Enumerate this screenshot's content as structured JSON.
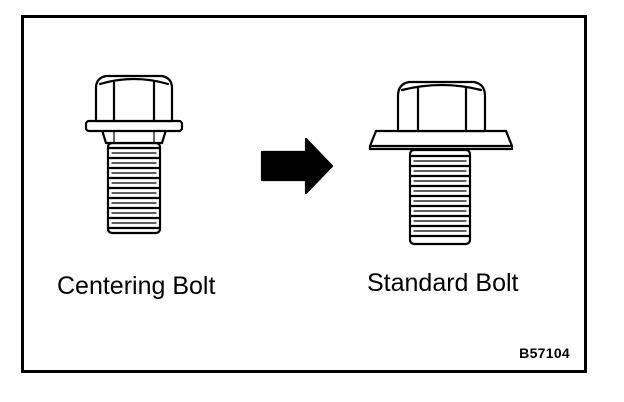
{
  "figure": {
    "left_label": "Centering Bolt",
    "right_label": "Standard Bolt",
    "figure_id": "B57104"
  },
  "colors": {
    "line": "#000000",
    "fill": "#ffffff"
  },
  "icons": {
    "left_bolt": "centering-bolt-icon",
    "arrow": "right-arrow-icon",
    "right_bolt": "standard-bolt-icon"
  }
}
